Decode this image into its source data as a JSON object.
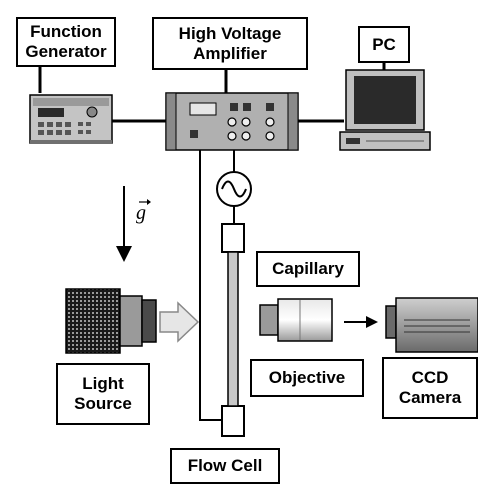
{
  "labels": {
    "function_generator": "Function\nGenerator",
    "hv_amplifier": "High Voltage\nAmplifier",
    "pc": "PC",
    "capillary": "Capillary",
    "light_source": "Light\nSource",
    "objective": "Objective",
    "ccd_camera": "CCD\nCamera",
    "flow_cell": "Flow Cell",
    "gravity_symbol": "g"
  },
  "icons": {
    "ac_source": "ac-source-icon",
    "gravity_arrow": "down-arrow-icon"
  },
  "colors": {
    "line": "#000000",
    "device_grey": "#b8b8b8",
    "capillary_fill": "#c8c8c8",
    "arrow_fill": "#e6e6e6"
  }
}
